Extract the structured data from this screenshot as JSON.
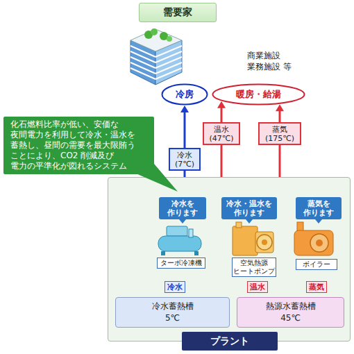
{
  "diagram": {
    "nodes": [
      {
        "text": [
          "需要家"
        ]
      },
      {
        "text": [
          "冷房"
        ]
      },
      {
        "text": [
          "暖房・給湯"
        ]
      },
      {
        "text": [
          "化石燃料比率が低い、安価な 夜間電力を利用して冷水・温水を 蓄熱し、昼間の需要を最大限賄う ことにより、CO2 削減及び 電力の平準化が図れるシステム"
        ]
      },
      {
        "text": [
          "温水 (47℃)"
        ]
      },
      {
        "text": [
          "蒸気 (175℃)"
        ]
      },
      {
        "text": [
          "冷水 (7℃)"
        ]
      },
      {
        "text": [
          "プラント"
        ]
      },
      {
        "text": [
          "冷水を 作ります"
        ],
        "in": 7
      },
      {
        "text": [
          "ターボ冷凍機"
        ],
        "in": 7
      },
      {
        "text": [
          "冷水・温水を 作ります"
        ],
        "in": 7
      },
      {
        "text": [
          "空気熱源 ヒートポンプ"
        ],
        "in": 7
      },
      {
        "text": [
          "蒸気を 作ります"
        ],
        "in": 7
      },
      {
        "text": [
          "ボイラー"
        ],
        "in": 7
      },
      {
        "text": [
          "冷水"
        ],
        "in": 7
      },
      {
        "text": [
          "温水"
        ],
        "in": 7
      },
      {
        "text": [
          "蒸気"
        ],
        "in": 7
      },
      {
        "text": [
          "冷水蓄熱槽",
          "5℃"
        ],
        "in": 7
      },
      {
        "text": [
          "熱源水蓄熱槽",
          "45℃"
        ],
        "in": 7
      }
    ],
    "edges": [
      {
        "from": 6,
        "to": 1,
        "arrow": "to"
      },
      {
        "from": 7,
        "to": 6,
        "arrow": "none"
      },
      {
        "from": 4,
        "to": 2,
        "arrow": "to"
      },
      {
        "from": 7,
        "to": 4,
        "arrow": "none"
      },
      {
        "from": 5,
        "to": 2,
        "arrow": "to"
      },
      {
        "from": 7,
        "to": 5,
        "arrow": "none"
      }
    ],
    "labels": [
      "商業施設 業務施設 等"
    ]
  }
}
